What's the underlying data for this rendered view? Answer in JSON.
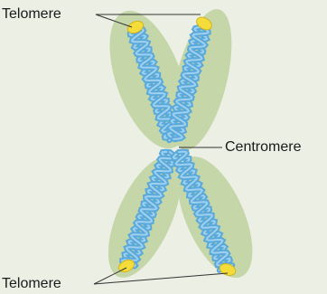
{
  "labels": {
    "telomere_top": "Telomere",
    "centromere": "Centromere",
    "telomere_bottom": "Telomere"
  },
  "colors": {
    "background": "#ecefe3",
    "chromatid": "#c5d6a8",
    "dna_strand": "#5aa9db",
    "dna_strand_light": "#9fd0ef",
    "telomere": "#f4dd3a",
    "leader_line": "#333333"
  }
}
